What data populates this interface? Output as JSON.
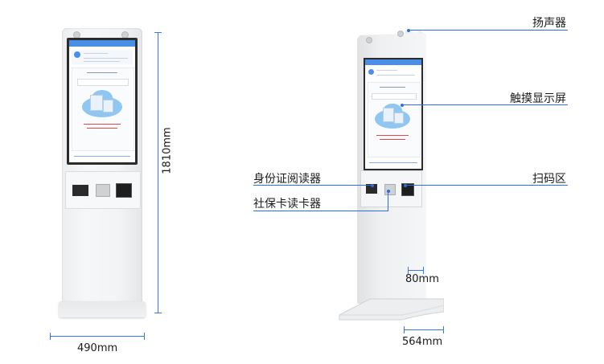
{
  "dimensions": {
    "height": "1810mm",
    "front_width": "490mm",
    "side_depth": "80mm",
    "base_width": "564mm"
  },
  "callouts": {
    "speaker": "扬声器",
    "touchscreen": "触摸显示屏",
    "id_reader": "身份证阅读器",
    "scan_area": "扫码区",
    "social_card_reader": "社保卡读卡器"
  },
  "colors": {
    "callout_line": "#2e6fd8",
    "screen_header": "#4a8ee8",
    "kiosk_body": "#f3f4f5"
  }
}
